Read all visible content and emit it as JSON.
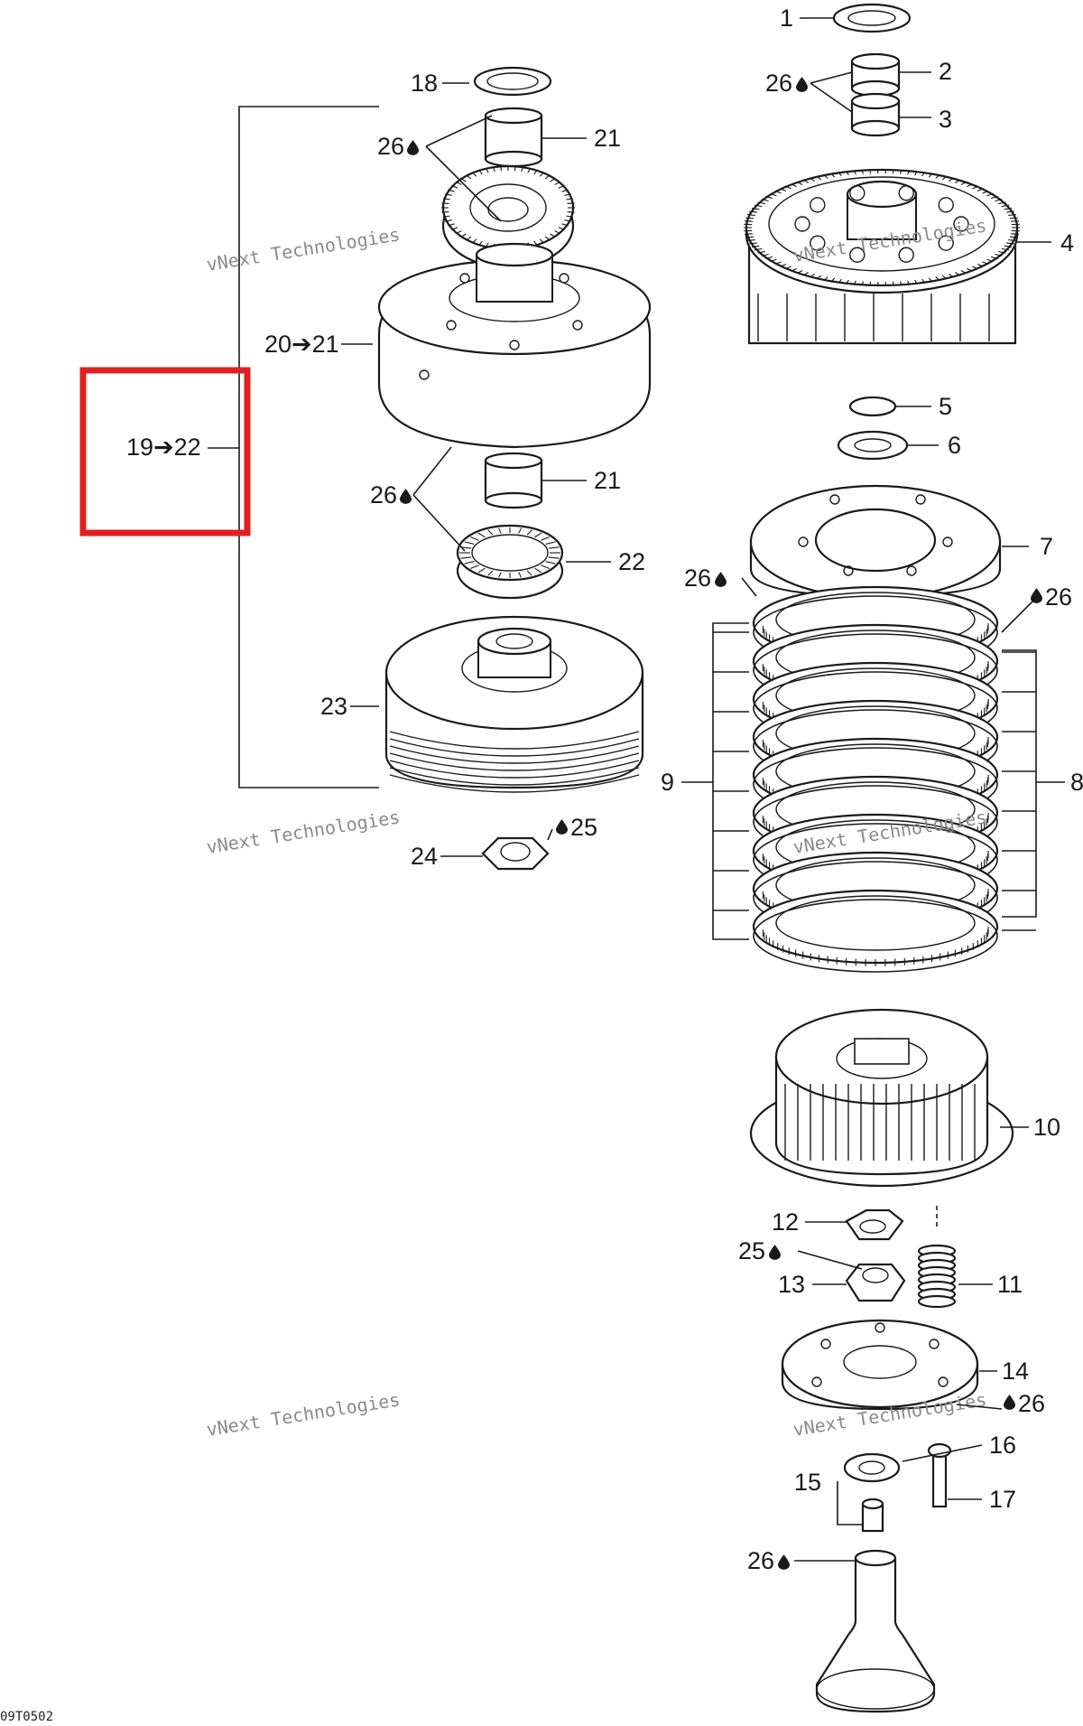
{
  "diagram": {
    "drawing_code": "09T0502",
    "highlight": {
      "label": "19➔22",
      "color": "#e02020"
    },
    "labels": {
      "l1": "1",
      "l2": "2",
      "l3": "3",
      "l4": "4",
      "l5": "5",
      "l6": "6",
      "l7": "7",
      "l8": "8",
      "l9": "9",
      "l10": "10",
      "l11": "11",
      "l12": "12",
      "l13": "13",
      "l14": "14",
      "l15": "15",
      "l16": "16",
      "l17": "17",
      "l18": "18",
      "l20": "20➔21",
      "l21a": "21",
      "l21b": "21",
      "l22": "22",
      "l23": "23",
      "l24": "24",
      "l25a": "25",
      "l25b": "25",
      "l26a": "26",
      "l26b": "26",
      "l26c": "26",
      "l26d": "26",
      "l26e": "26",
      "l26f": "26",
      "l26g": "26"
    },
    "lubricant_icon": "oil-drop-icon",
    "watermark": {
      "line1": "vNext",
      "line2": "Technologies",
      "small": "vNext Technologies"
    }
  }
}
